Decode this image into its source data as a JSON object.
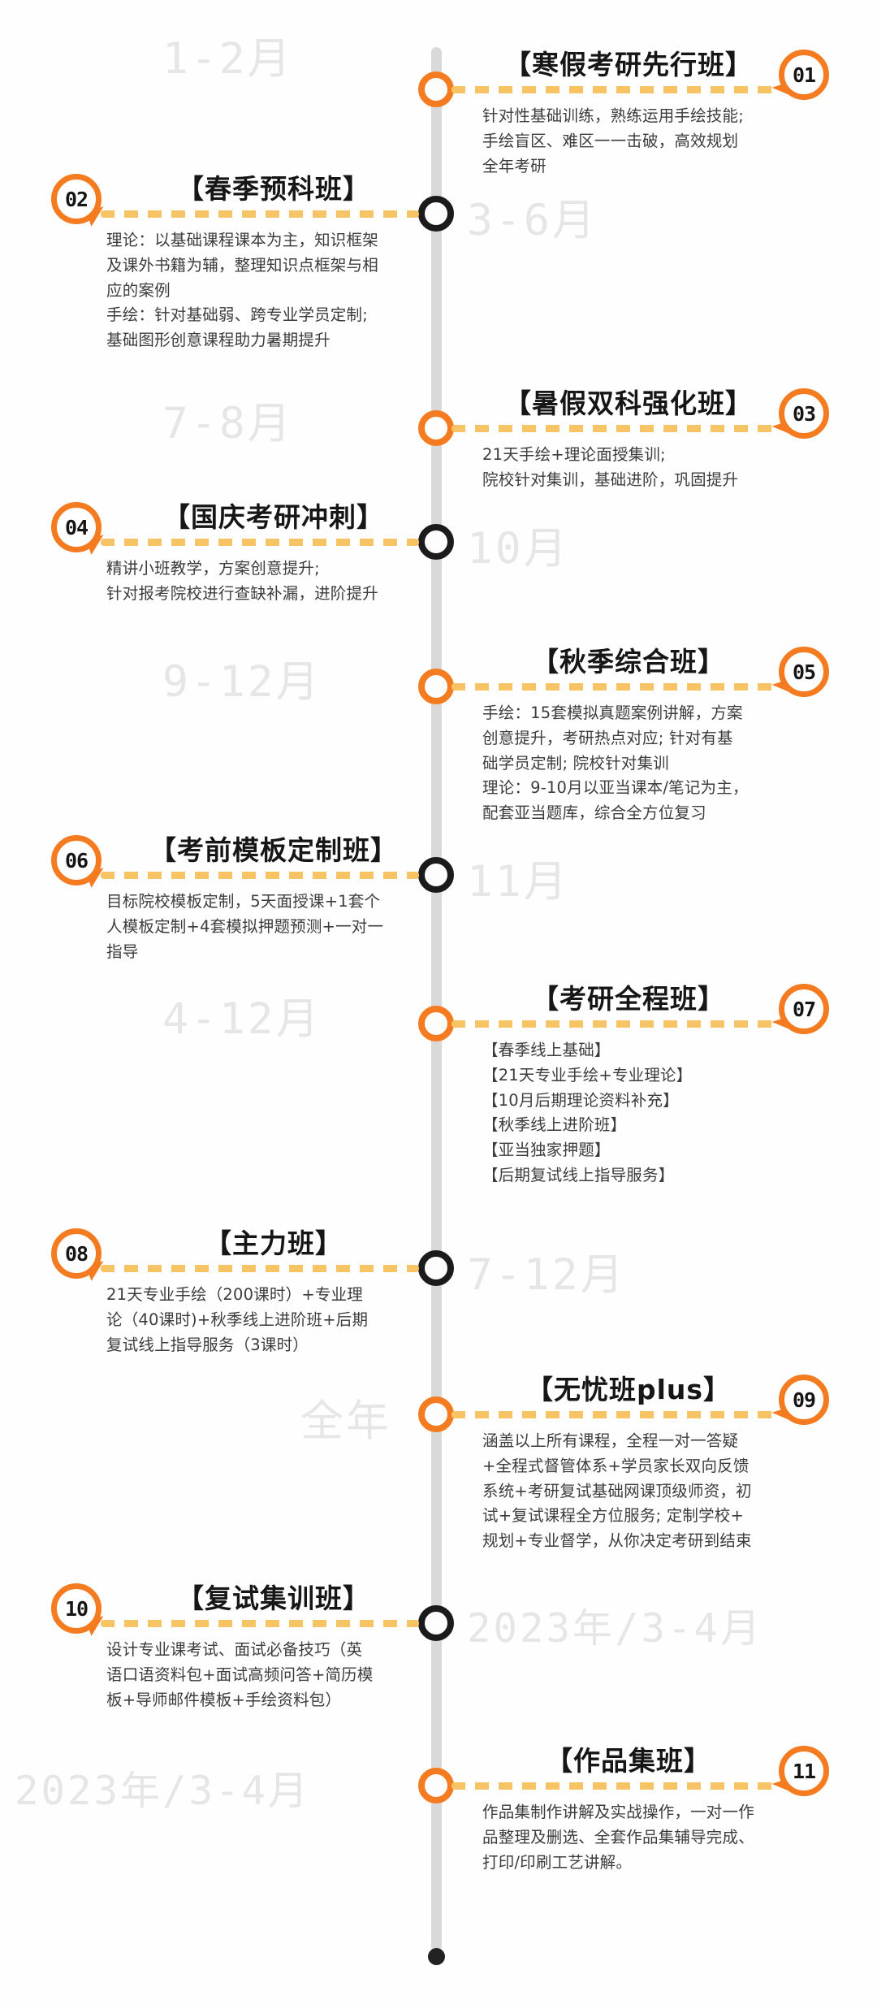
{
  "colors": {
    "accent_orange": "#f47b20",
    "dash_yellow": "#f6c365",
    "spine_gray": "#d9d9d9",
    "ghost_gray": "#e6e6e6",
    "node_dark": "#1b1b1b",
    "title_black": "#161616",
    "body_gray": "#3c3c3c",
    "background": "#ffffff"
  },
  "entries": [
    {
      "number": "01",
      "side": "right",
      "month": "1-2月",
      "title": "【寒假考研先行班】",
      "body": "针对性基础训练，熟练运用手绘技能;\n手绘盲区、难区一一击破，高效规划\n全年考研"
    },
    {
      "number": "02",
      "side": "left",
      "month": "3-6月",
      "title": "【春季预科班】",
      "body": "理论：以基础课程课本为主，知识框架\n及课外书籍为辅，整理知识点框架与相\n应的案例\n手绘：针对基础弱、跨专业学员定制;\n基础图形创意课程助力暑期提升"
    },
    {
      "number": "03",
      "side": "right",
      "month": "7-8月",
      "title": "【暑假双科强化班】",
      "body": "21天手绘+理论面授集训;\n院校针对集训，基础进阶，巩固提升"
    },
    {
      "number": "04",
      "side": "left",
      "month": "10月",
      "title": "【国庆考研冲刺】",
      "body": "精讲小班教学，方案创意提升;\n针对报考院校进行查缺补漏，进阶提升"
    },
    {
      "number": "05",
      "side": "right",
      "month": "9-12月",
      "title": "【秋季综合班】",
      "body": "手绘：15套模拟真题案例讲解，方案\n创意提升，考研热点对应; 针对有基\n础学员定制; 院校针对集训\n理论：9-10月以亚当课本/笔记为主，\n配套亚当题库，综合全方位复习"
    },
    {
      "number": "06",
      "side": "left",
      "month": "11月",
      "title": "【考前模板定制班】",
      "body": "目标院校模板定制，5天面授课+1套个\n人模板定制+4套模拟押题预测+一对一\n指导"
    },
    {
      "number": "07",
      "side": "right",
      "month": "4-12月",
      "title": "【考研全程班】",
      "body": "【春季线上基础】\n【21天专业手绘+专业理论】\n【10月后期理论资料补充】\n【秋季线上进阶班】\n【亚当独家押题】\n【后期复试线上指导服务】"
    },
    {
      "number": "08",
      "side": "left",
      "month": "7-12月",
      "title": "【主力班】",
      "body": "21天专业手绘（200课时）+专业理\n论（40课时)+秋季线上进阶班+后期\n复试线上指导服务（3课时）"
    },
    {
      "number": "09",
      "side": "right",
      "month": "全年",
      "title": "【无忧班plus】",
      "body": "涵盖以上所有课程，全程一对一答疑\n+全程式督管体系+学员家长双向反馈\n系统+考研复试基础网课顶级师资，初\n试+复试课程全方位服务; 定制学校+\n规划+专业督学，从你决定考研到结束"
    },
    {
      "number": "10",
      "side": "left",
      "month": "2023年/3-4月",
      "title": "【复试集训班】",
      "body": "设计专业课考试、面试必备技巧（英\n语口语资料包+面试高频问答+简历模\n板+导师邮件模板+手绘资料包）"
    },
    {
      "number": "11",
      "side": "right",
      "month": "2023年/3-4月",
      "title": "【作品集班】",
      "body": "作品集制作讲解及实战操作，一对一作\n品整理及删选、全套作品集辅导完成、\n打印/印刷工艺讲解。"
    }
  ]
}
